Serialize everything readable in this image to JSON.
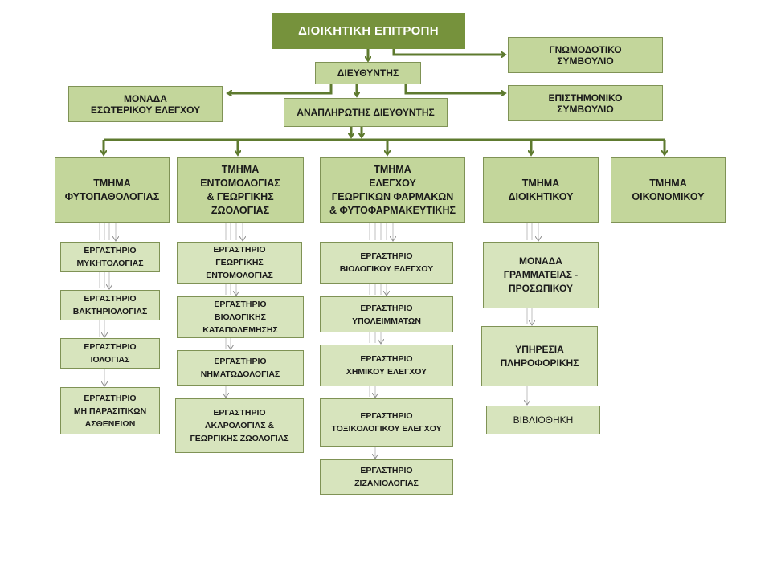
{
  "colors": {
    "accent": "#76923c",
    "box_dark": "#c3d69b",
    "box_light": "#d7e4bd",
    "connector": "#5e7a2f",
    "thin_connector": "#bfbfbf"
  },
  "nodes": {
    "admin_committee": [
      "ΔΙΟΙΚΗΤΙΚΗ ΕΠΙΤΡΟΠΗ"
    ],
    "advisory_council": [
      "ΓΝΩΜΟΔΟΤΙΚΟ",
      "ΣΥΜΒΟΥΛΙΟ"
    ],
    "director": [
      "ΔΙΕΥΘΥΝΤΗΣ"
    ],
    "internal_audit": [
      "ΜΟΝΑΔΑ",
      "ΕΣΩΤΕΡΙΚΟΥ ΕΛΕΓΧΟΥ"
    ],
    "deputy_director": [
      "ΑΝΑΠΛΗΡΩΤΗΣ ΔΙΕΥΘΥΝΤΗΣ"
    ],
    "scientific_council": [
      "ΕΠΙΣΤΗΜΟΝΙΚΟ",
      "ΣΥΜΒΟΥΛΙΟ"
    ],
    "dept_phytopathology": [
      "ΤΜΗΜΑ",
      "ΦΥΤΟΠΑΘΟΛΟΓΙΑΣ"
    ],
    "dept_entomology": [
      "ΤΜΗΜΑ",
      "ΕΝΤΟΜΟΛΟΓΙΑΣ",
      "& ΓΕΩΡΓΙΚΗΣ",
      "ΖΩΟΛΟΓΙΑΣ"
    ],
    "dept_pesticides": [
      "ΤΜΗΜΑ",
      "ΕΛΕΓΧΟΥ",
      "ΓΕΩΡΓΙΚΩΝ ΦΑΡΜΑΚΩΝ",
      "& ΦΥΤΟΦΑΡΜΑΚΕΥΤΙΚΗΣ"
    ],
    "dept_administration": [
      "ΤΜΗΜΑ",
      "ΔΙΟΙΚΗΤΙΚΟΥ"
    ],
    "dept_finance": [
      "ΤΜΗΜΑ",
      "ΟΙΚΟΝΟΜΙΚΟΥ"
    ],
    "lab_mycology": [
      "ΕΡΓΑΣΤΗΡΙΟ",
      "ΜΥΚΗΤΟΛΟΓΙΑΣ"
    ],
    "lab_bacteriology": [
      "ΕΡΓΑΣΤΗΡΙΟ",
      "ΒΑΚΤΗΡΙΟΛΟΓΙΑΣ"
    ],
    "lab_virology": [
      "ΕΡΓΑΣΤΗΡΙΟ",
      "ΙΟΛΟΓΙΑΣ"
    ],
    "lab_nonparasitic": [
      "ΕΡΓΑΣΤΗΡΙΟ",
      "ΜΗ ΠΑΡΑΣΙΤΙΚΩΝ",
      "ΑΣΘΕΝΕΙΩΝ"
    ],
    "lab_ag_entomology": [
      "ΕΡΓΑΣΤΗΡΙΟ",
      "ΓΕΩΡΓΙΚΗΣ",
      "ΕΝΤΟΜΟΛΟΓΙΑΣ"
    ],
    "lab_biocontrol": [
      "ΕΡΓΑΣΤΗΡΙΟ",
      "ΒΙΟΛΟΓΙΚΗΣ",
      "ΚΑΤΑΠΟΛΕΜΗΣΗΣ"
    ],
    "lab_nematology": [
      "ΕΡΓΑΣΤΗΡΙΟ",
      "ΝΗΜΑΤΩΔΟΛΟΓΙΑΣ"
    ],
    "lab_acarology": [
      "ΕΡΓΑΣΤΗΡΙΟ",
      "ΑΚΑΡΟΛΟΓΙΑΣ  &",
      "ΓΕΩΡΓΙΚΗΣ  ΖΩΟΛΟΓΙΑΣ"
    ],
    "lab_biological_control": [
      "ΕΡΓΑΣΤΗΡΙΟ",
      "ΒΙΟΛΟΓΙΚΟΥ ΕΛΕΓΧΟΥ"
    ],
    "lab_residues": [
      "ΕΡΓΑΣΤΗΡΙΟ",
      "ΥΠΟΛΕΙΜΜΑΤΩΝ"
    ],
    "lab_chemical": [
      "ΕΡΓΑΣΤΗΡΙΟ",
      "ΧΗΜΙΚΟΥ  ΕΛΕΓΧΟΥ"
    ],
    "lab_toxicology": [
      "ΕΡΓΑΣΤΗΡΙΟ",
      "ΤΟΞΙΚΟΛΟΓΙΚΟΥ  ΕΛΕΓΧΟΥ"
    ],
    "lab_weed_science": [
      "ΕΡΓΑΣΤΗΡΙΟ",
      "ΖΙΖΑΝΙΟΛΟΓΙΑΣ"
    ],
    "unit_secretariat": [
      "ΜΟΝΑΔΑ",
      "ΓΡΑΜΜΑΤΕΙΑΣ -",
      "ΠΡΟΣΩΠΙΚΟΥ"
    ],
    "it_service": [
      "ΥΠΗΡΕΣΙΑ",
      "ΠΛΗΡΟΦΟΡΙΚΗΣ"
    ],
    "library": [
      "ΒΙΒΛΙΟΘΗΚΗ"
    ]
  }
}
